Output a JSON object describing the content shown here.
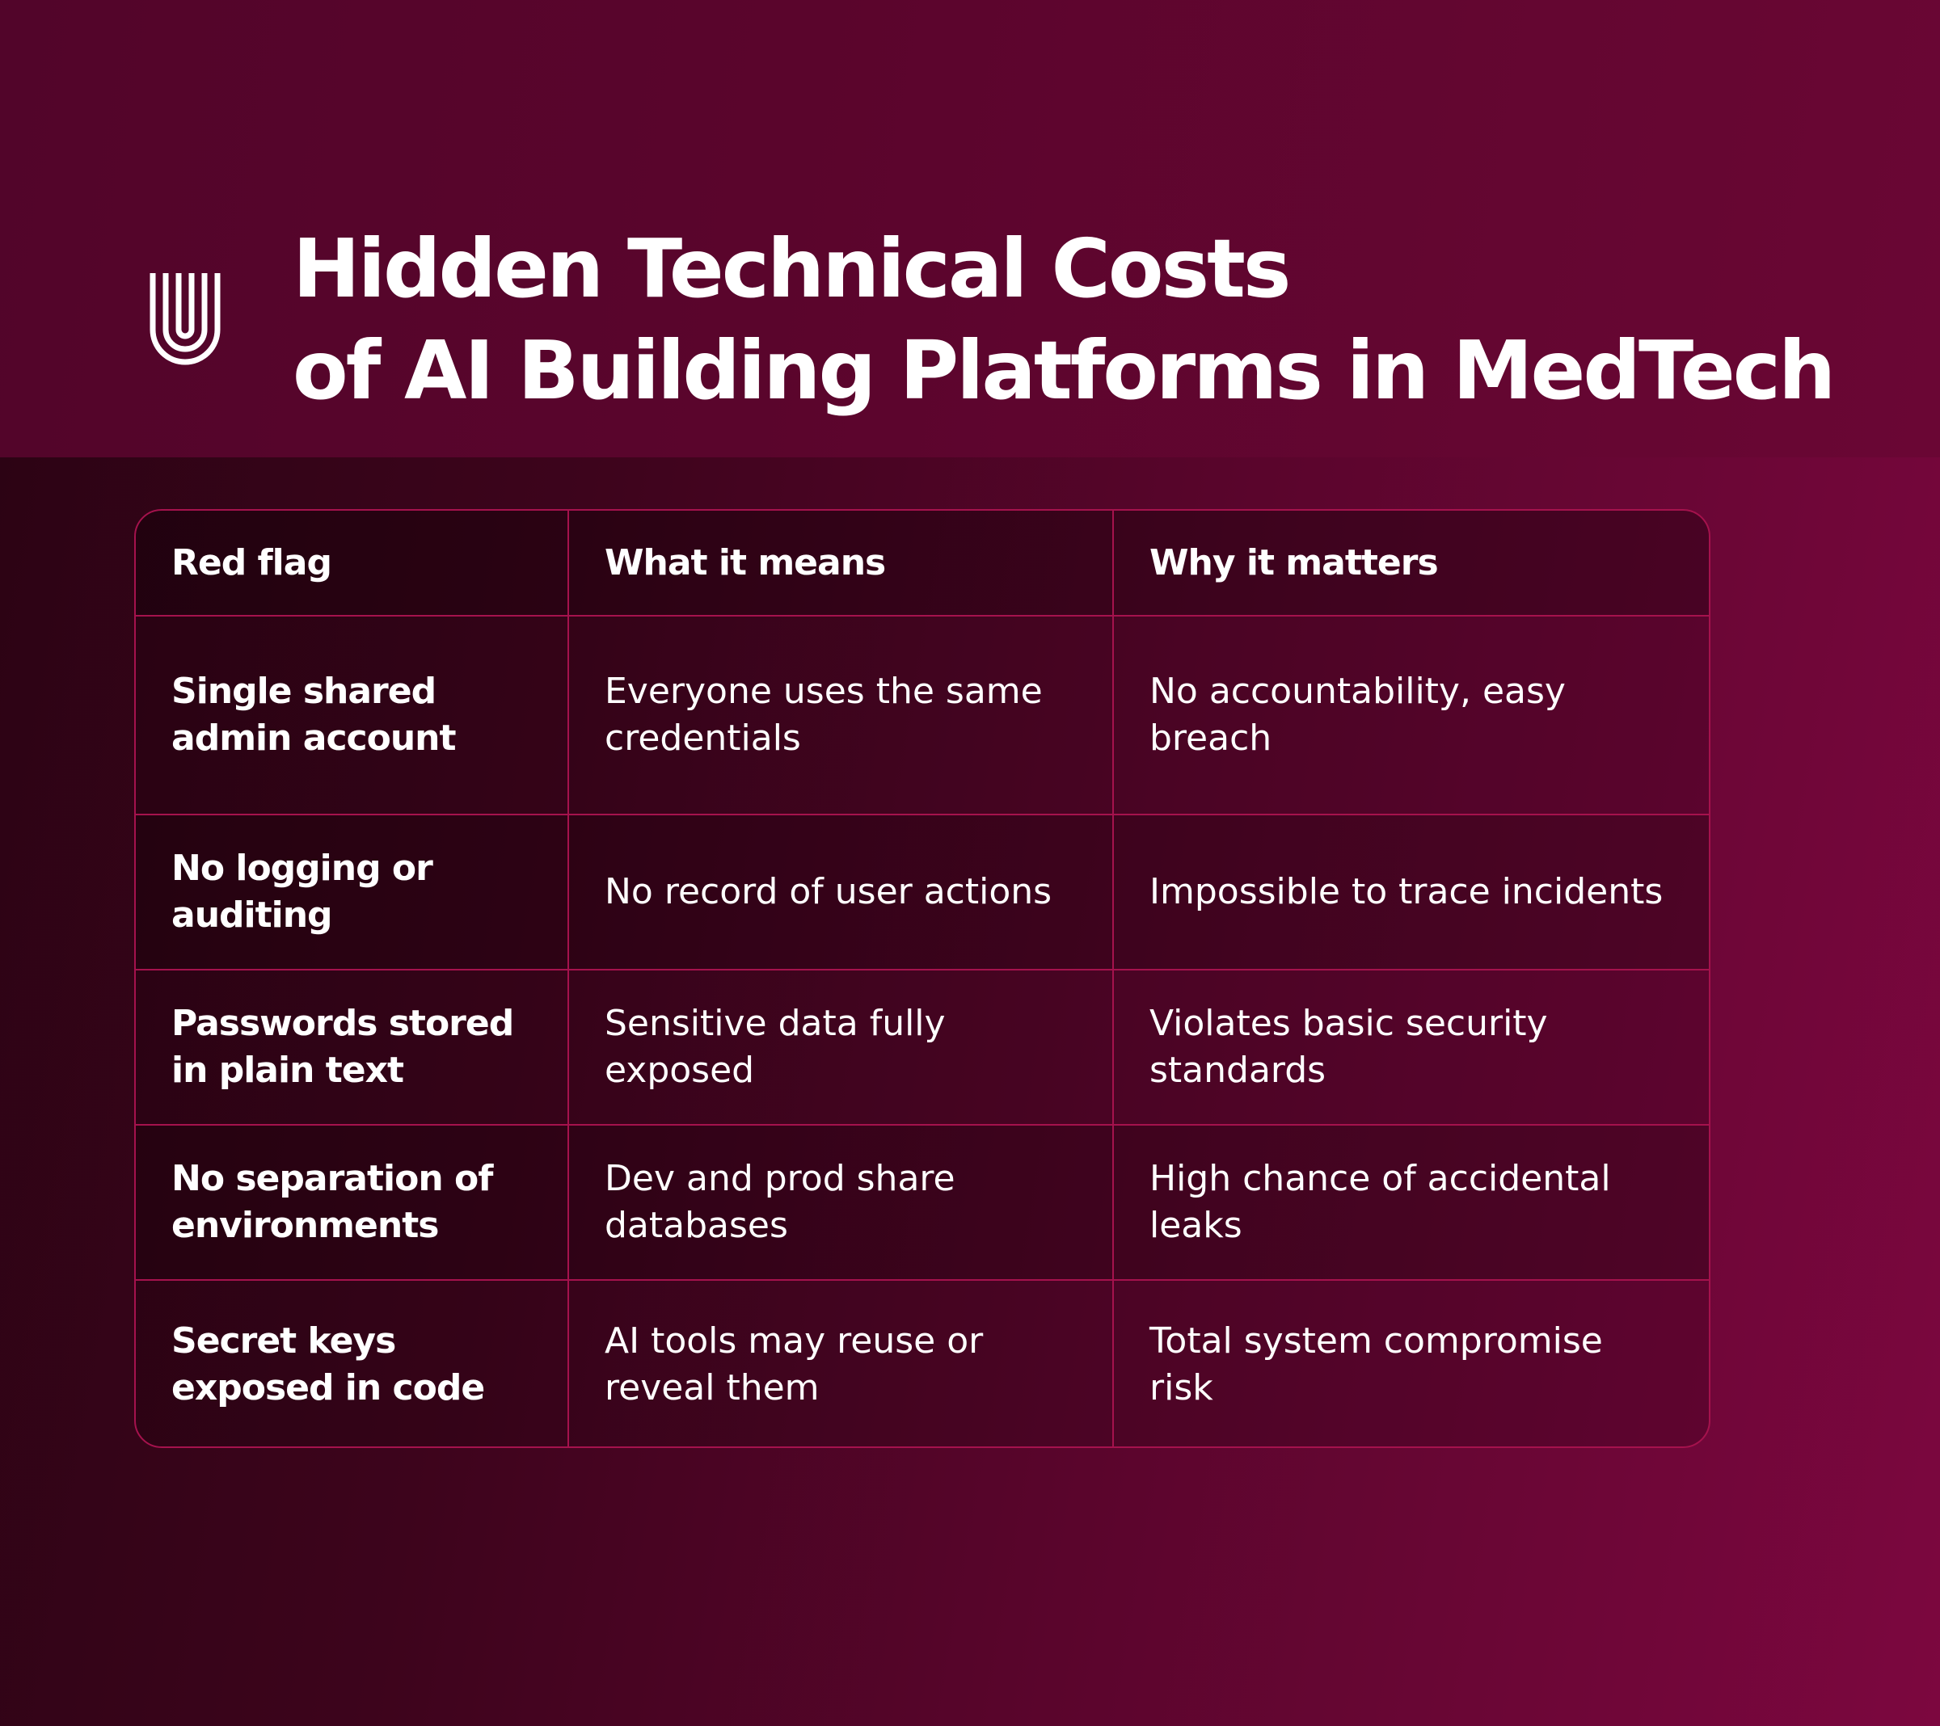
{
  "brand": {
    "logo_icon": "u-logo-icon"
  },
  "title": {
    "line1": "Hidden Technical Costs",
    "line2": "of AI Building Platforms in MedTech"
  },
  "table": {
    "headers": [
      "Red flag",
      "What it means",
      "Why it matters"
    ],
    "rows": [
      {
        "flag": "Single shared admin account",
        "means": "Everyone uses the same credentials",
        "matters": "No accountability, easy breach"
      },
      {
        "flag": "No logging or auditing",
        "means": "No record of user actions",
        "matters": "Impossible to trace incidents"
      },
      {
        "flag": "Passwords stored in plain text",
        "means": "Sensitive data fully exposed",
        "matters": "Violates basic security standards"
      },
      {
        "flag": "No separation of environments",
        "means": "Dev and prod share databases",
        "matters": "High chance of accidental leaks"
      },
      {
        "flag": "Secret keys exposed in code",
        "means": "AI tools may reuse or reveal them",
        "matters": "Total system compromise risk"
      }
    ]
  },
  "colors": {
    "background_dark": "#2a0313",
    "background_light": "#7c073f",
    "header_band": "#5a052c",
    "table_border": "#a5124d",
    "text": "#ffffff"
  }
}
